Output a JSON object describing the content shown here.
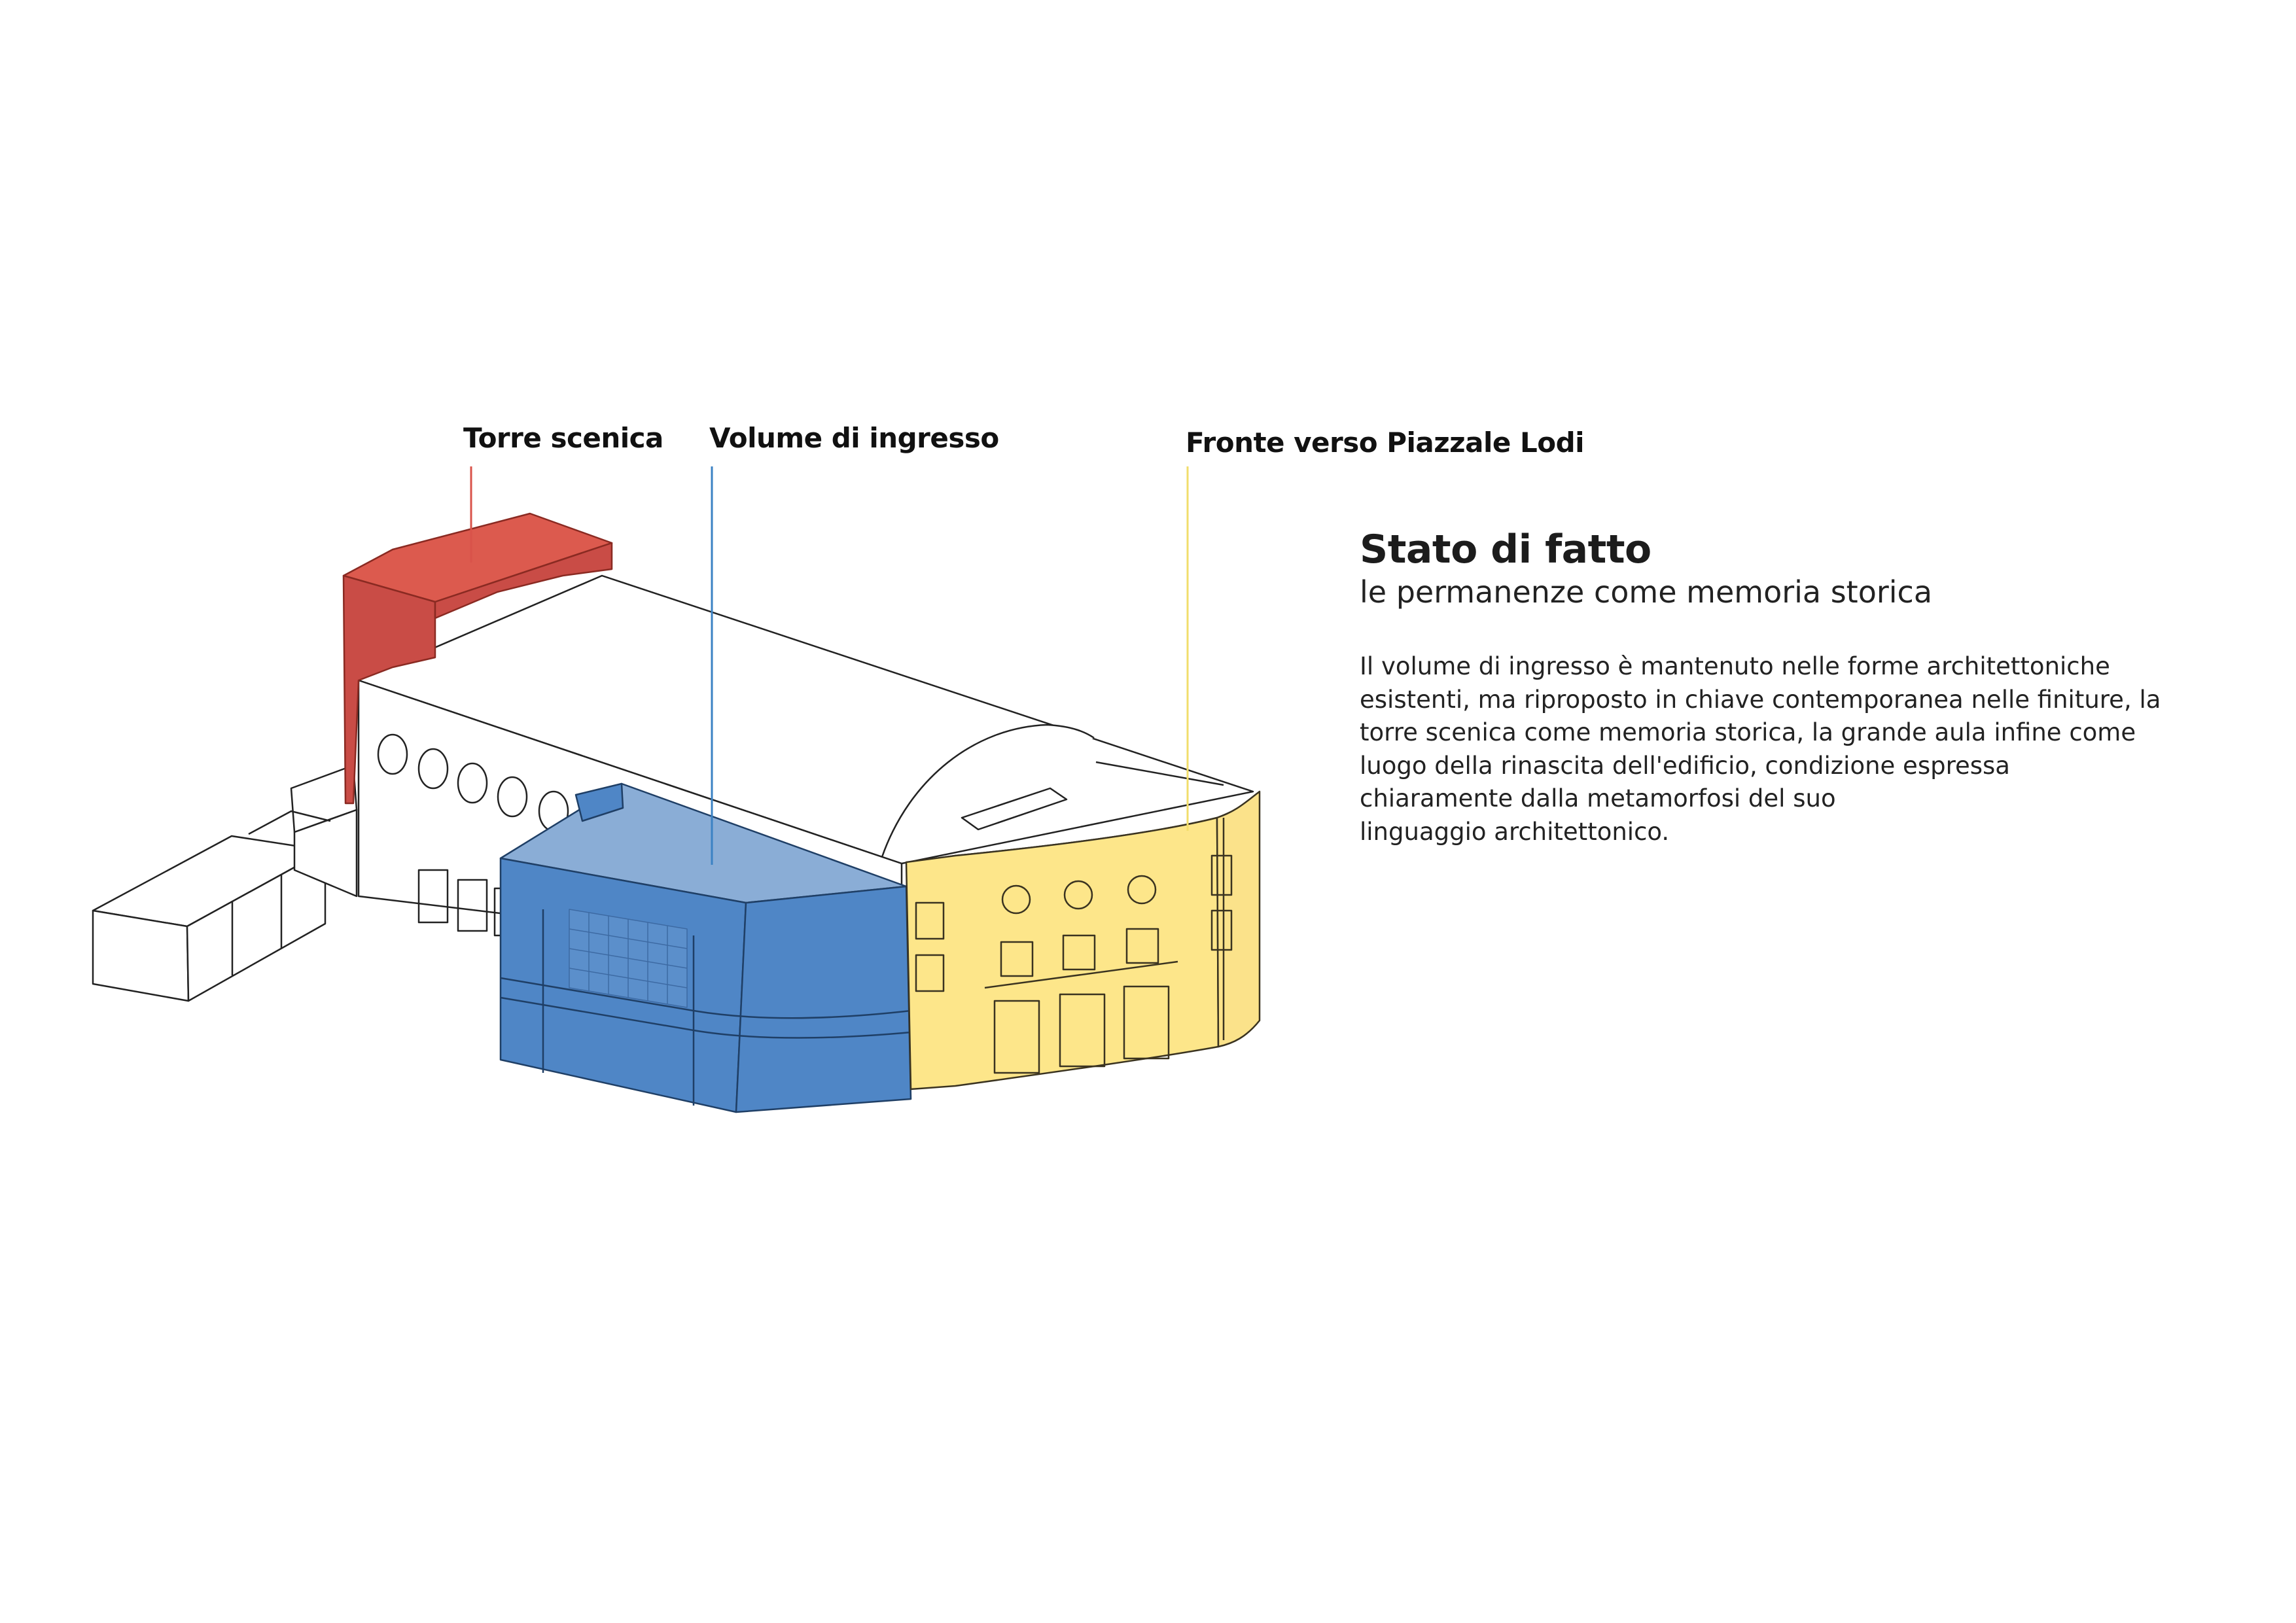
{
  "labels": {
    "torre": "Torre scenica",
    "volume": "Volume di ingresso",
    "fronte": "Fronte verso Piazzale Lodi"
  },
  "heading": {
    "title": "Stato di fatto",
    "subtitle": "le permanenze come memoria storica"
  },
  "description_lines": [
    "Il volume di ingresso è mantenuto nelle forme architettoniche",
    "esistenti, ma riproposto in chiave contemporanea nelle finiture, la",
    "torre scenica come memoria storica, la grande aula infine come",
    "luogo della rinascita dell'edificio, condizione espressa",
    "chiaramente dalla metamorfosi del suo",
    "linguaggio architettonico."
  ],
  "colors": {
    "torre_red": "#d9534a",
    "volume_blue": "#4f86c6",
    "fronte_yellow": "#fde68a",
    "line_red": "#d9534a",
    "line_blue": "#3b82c4",
    "line_yellow": "#f2dd6b"
  }
}
